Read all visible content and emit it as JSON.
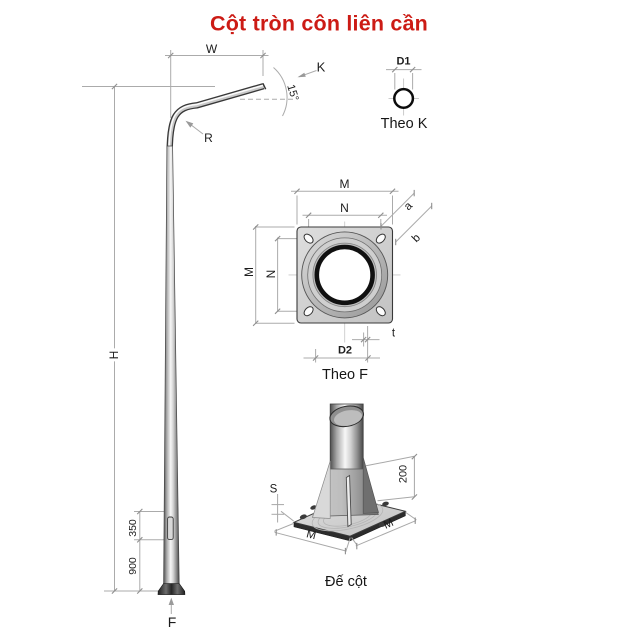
{
  "title": "Cột tròn côn liên cần",
  "colors": {
    "title_red": "#cc1b15",
    "dim_line_gray": "#ababab",
    "label_dark": "#1c1c1c",
    "steel_dark": "#3a3a3a"
  },
  "pole": {
    "arm_width_label": "W",
    "tip_label": "K",
    "tip_angle": "15°",
    "bend_radius_label": "R",
    "height_label": "H",
    "door_height": "350",
    "door_base_height": "900",
    "base_flange_label": "F"
  },
  "detail_k": {
    "diameter_label": "D1",
    "caption": "Theo K"
  },
  "detail_f": {
    "plate_width_top": "M",
    "bolt_spacing_top": "N",
    "plate_width_left": "M",
    "bolt_spacing_left": "N",
    "slot_dim_a": "a",
    "slot_dim_b": "b",
    "thickness_label": "t",
    "hole_diameter": "D2",
    "caption": "Theo F"
  },
  "detail_base": {
    "plate_thickness_label": "S",
    "gusset_height": "200",
    "plate_side_left": "M",
    "plate_side_right": "M",
    "caption": "Đế cột"
  }
}
